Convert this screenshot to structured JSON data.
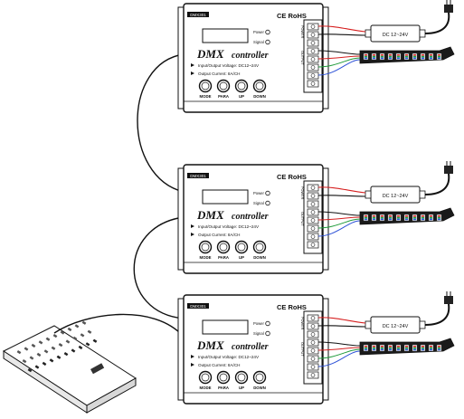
{
  "controller": {
    "badge": "DMX301",
    "ce_rohs": "CE RoHS",
    "title_dmx": "DMX",
    "title_controller": "controller",
    "power_label": "Power",
    "signal_label": "Signal",
    "spec_voltage": "Input/Output Voltage: DC12~24V",
    "spec_current": "Output Current: 8A/CH",
    "buttons": [
      "MODE",
      "PARA",
      "UP",
      "DOWN"
    ],
    "port_power": "POWER",
    "port_output": "OUTPUT"
  },
  "power_supply": {
    "label": "DC 12~24V"
  },
  "colors": {
    "wire_red": "#d62020",
    "wire_green": "#1f9a3a",
    "wire_blue": "#2a4fd6",
    "wire_black": "#111111",
    "led_red": "#e12b2b",
    "led_green": "#18a844",
    "led_blue": "#2a55e0"
  },
  "units": [
    {
      "id": "unit-1"
    },
    {
      "id": "unit-2"
    },
    {
      "id": "unit-3"
    }
  ]
}
